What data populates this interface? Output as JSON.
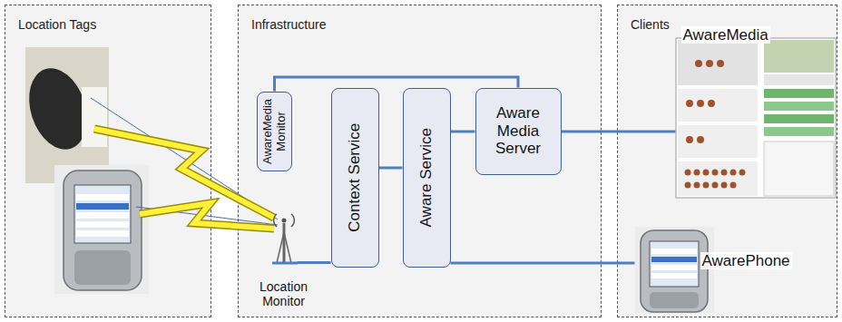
{
  "diagram": {
    "nodes": [
      {
        "text": [
          "Location Tags"
        ]
      },
      {
        "text": [
          "Infrastructure"
        ]
      },
      {
        "text": [
          "Clients"
        ]
      },
      {
        "text": [
          "AwareMedia Monitor"
        ],
        "in": 1
      },
      {
        "text": [
          "Context Service"
        ],
        "in": 1
      },
      {
        "text": [
          "Aware Service"
        ],
        "in": 1
      },
      {
        "text": [
          "Aware Media Server"
        ],
        "in": 1
      },
      {
        "text": [
          "Location Monitor"
        ],
        "in": 1
      },
      {
        "text": [
          "AwareMedia"
        ],
        "in": 2
      },
      {
        "text": [
          "AwarePhone"
        ],
        "in": 2
      }
    ],
    "edges": [
      {
        "from": 3,
        "to": 6,
        "arrow": "none"
      },
      {
        "from": 7,
        "to": 4,
        "arrow": "none"
      },
      {
        "from": 4,
        "to": 5,
        "arrow": "none"
      },
      {
        "from": 5,
        "to": 6,
        "arrow": "none"
      },
      {
        "from": 6,
        "to": 8,
        "arrow": "none"
      },
      {
        "from": 5,
        "to": 9,
        "arrow": "none"
      }
    ]
  }
}
